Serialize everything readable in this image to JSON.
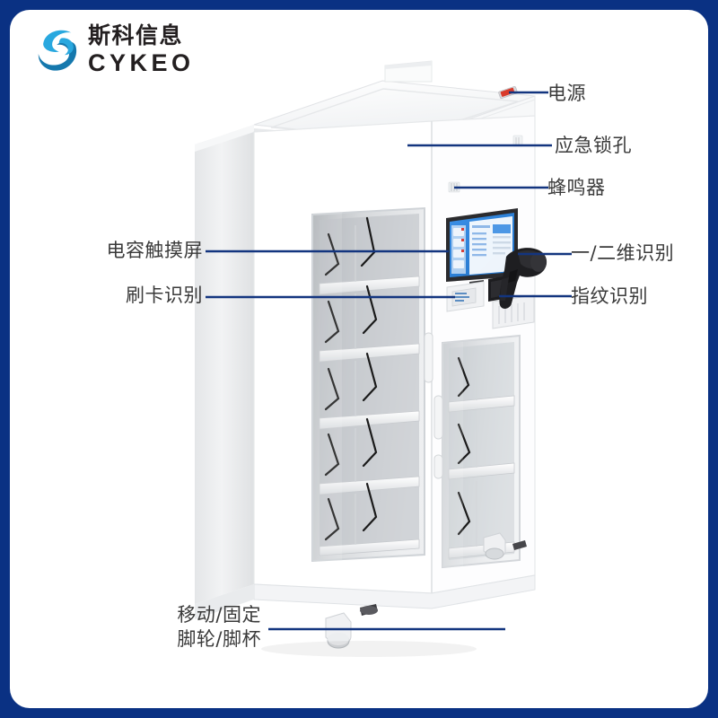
{
  "brand": {
    "logo_icon": "swirl-s-logo-icon",
    "name_cn": "斯科信息",
    "name_en": "CYKEO",
    "colors": {
      "logo_light_blue": "#29a8df",
      "logo_dark_blue": "#1578ad",
      "frame_navy": "#0a3183",
      "leader_line": "#13357f",
      "text_gray": "#3a3a3a"
    }
  },
  "product": {
    "type": "smart-storage-cabinet",
    "description_icon": "cabinet-illustration",
    "body_color": "#ffffff",
    "screen_accent": "#2f86e0"
  },
  "callouts": {
    "right": [
      {
        "id": "power",
        "label": "电源",
        "target": "power-switch"
      },
      {
        "id": "lock",
        "label": "应急锁孔",
        "target": "emergency-keyhole"
      },
      {
        "id": "buzzer",
        "label": "蜂鸣器",
        "target": "buzzer-vent"
      },
      {
        "id": "barcode",
        "label": "一/二维识别",
        "target": "barcode-scanner"
      },
      {
        "id": "finger",
        "label": "指纹识别",
        "target": "fingerprint-reader"
      }
    ],
    "left": [
      {
        "id": "touch",
        "label": "电容触摸屏",
        "target": "touch-screen"
      },
      {
        "id": "card",
        "label": "刷卡识别",
        "target": "card-reader"
      },
      {
        "id": "caster",
        "label": "移动/固定\n脚轮/脚杯",
        "target": "caster-foot"
      }
    ]
  }
}
